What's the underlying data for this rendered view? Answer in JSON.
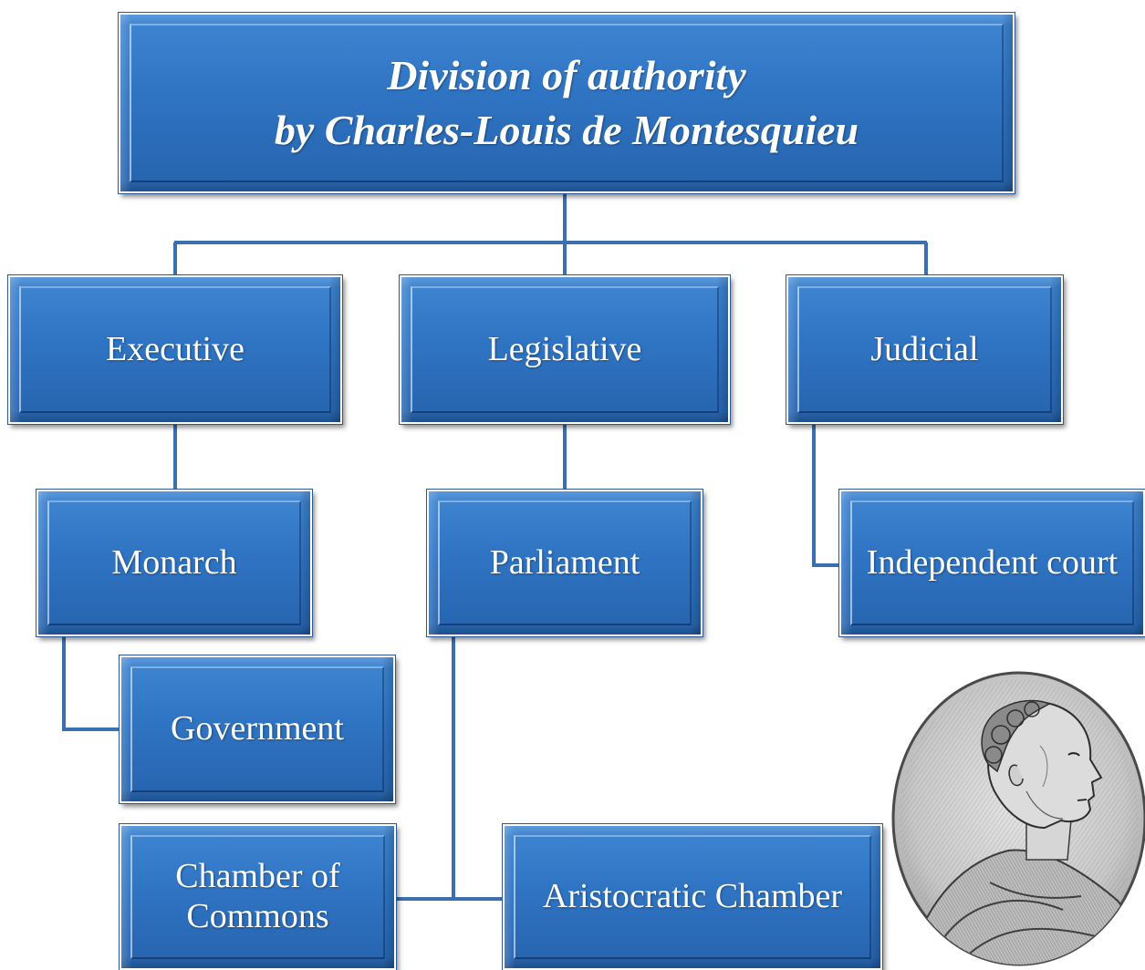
{
  "title": {
    "line1": "Division of authority",
    "line2": "by Charles-Louis de Montesquieu"
  },
  "branches": {
    "executive": "Executive",
    "legislative": "Legislative",
    "judicial": "Judicial"
  },
  "nodes": {
    "monarch": "Monarch",
    "government": "Government",
    "parliament": "Parliament",
    "independent_court": "Independent court",
    "chamber_of_commons_line1": "Chamber of",
    "chamber_of_commons_line2": "Commons",
    "aristocratic_chamber": "Aristocratic Chamber"
  },
  "colors": {
    "box_fill": "#2f74c3",
    "connector": "#3a70b0",
    "text": "#ffffff"
  }
}
